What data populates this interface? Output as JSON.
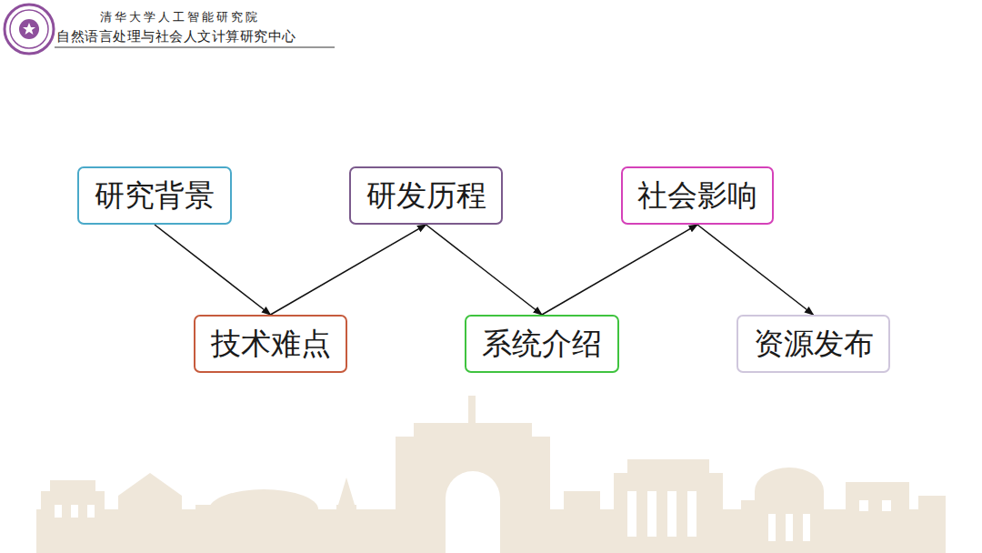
{
  "diagram": {
    "nodes": [
      {
        "text": [
          "研究背景"
        ]
      },
      {
        "text": [
          "研发历程"
        ]
      },
      {
        "text": [
          "社会影响"
        ]
      },
      {
        "text": [
          "技术难点"
        ]
      },
      {
        "text": [
          "系统介绍"
        ]
      },
      {
        "text": [
          "资源发布"
        ]
      }
    ],
    "edges": [
      {
        "from": 0,
        "to": 3,
        "arrow": "to"
      },
      {
        "from": 3,
        "to": 1,
        "arrow": "to"
      },
      {
        "from": 1,
        "to": 4,
        "arrow": "to"
      },
      {
        "from": 4,
        "to": 2,
        "arrow": "to"
      },
      {
        "from": 2,
        "to": 5,
        "arrow": "to"
      }
    ],
    "labels": [
      "清华大学人工智能研究院",
      "自然语言处理与社会人文计算研究中心"
    ]
  }
}
